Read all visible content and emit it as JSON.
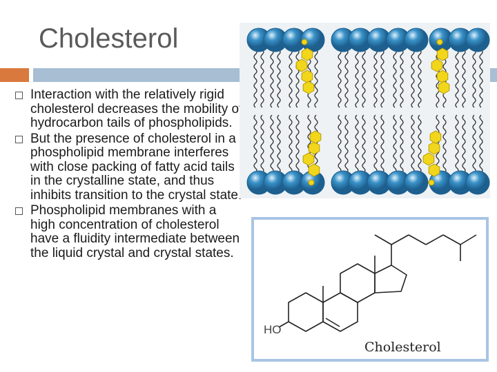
{
  "slide": {
    "title": "Cholesterol",
    "bullets": [
      "Interaction with the relatively rigid cholesterol decreases the mobility of hydrocarbon tails of phospholipids.",
      "But the presence of cholesterol in a phospholipid membrane interferes with close packing of fatty acid tails in the crystalline state, and thus inhibits transition to the crystal state.",
      "Phospholipid membranes with a high concentration of cholesterol have a fluidity intermediate between the liquid crystal and crystal states."
    ]
  },
  "structure": {
    "label": "Cholesterol",
    "hydroxyl": "HO"
  },
  "colors": {
    "title": "#5a5a5a",
    "accent_orange": "#d9793e",
    "accent_blue": "#a7bed3",
    "lipid_head": "#3a92c8",
    "cholesterol": "#f2d61c",
    "panel_border": "#a8c4e4"
  }
}
